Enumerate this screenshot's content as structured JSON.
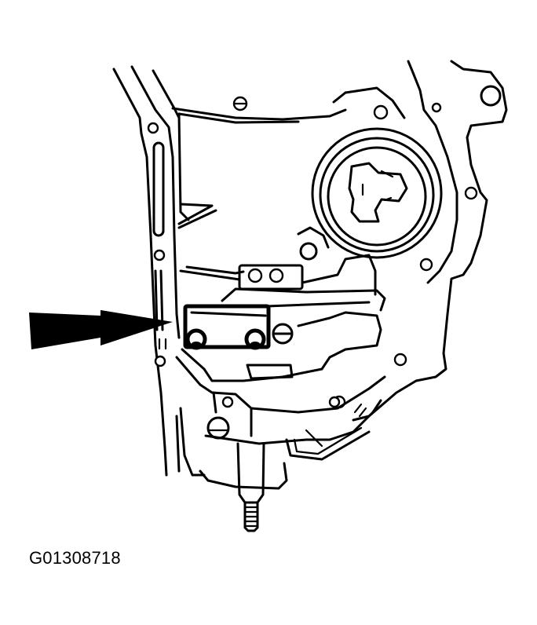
{
  "figure": {
    "id_label": "G01308718",
    "subject": "transmission case line drawing",
    "callout": {
      "type": "double-arrow",
      "points_to": "bracket-with-two-bolts"
    }
  },
  "colors": {
    "line": "#000000",
    "background": "#ffffff"
  }
}
